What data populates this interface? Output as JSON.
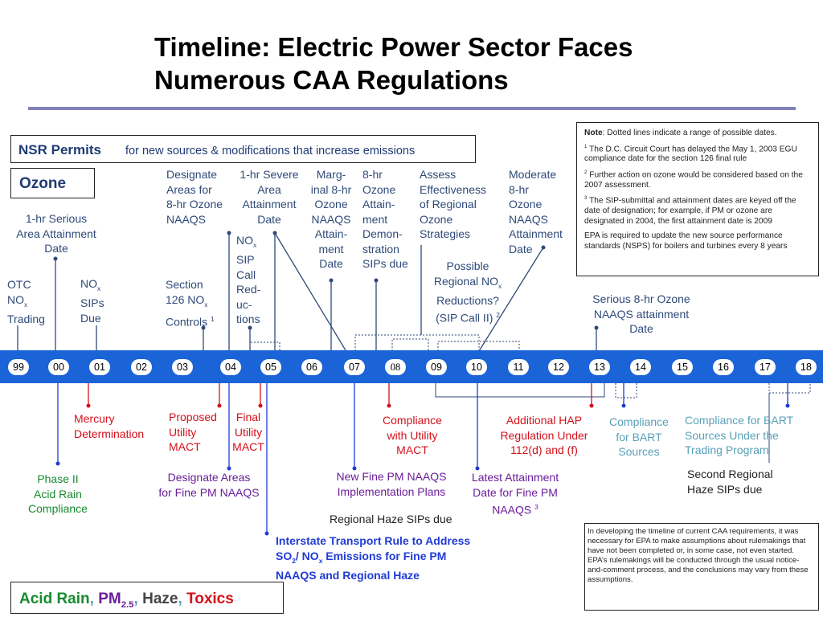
{
  "title": {
    "line1": "Timeline: Electric Power Sector Faces",
    "line2": "Numerous CAA Regulations"
  },
  "nsr": {
    "lead": "NSR Permits",
    "tail": "for new sources & modifications that increase emissions"
  },
  "ozone_label": "Ozone",
  "timeline": {
    "years": [
      "99",
      "00",
      "01",
      "02",
      "03",
      "04",
      "05",
      "06",
      "07",
      "08",
      "09",
      "10",
      "11",
      "12",
      "13",
      "14",
      "15",
      "16",
      "17",
      "18"
    ]
  },
  "ozone_events": {
    "serious_area": [
      "1-hr Serious",
      "Area Attainment",
      "Date"
    ],
    "otc": [
      "OTC",
      "NO",
      "x",
      "Trading"
    ],
    "nox_sips": [
      "NO",
      "x",
      "SIPs",
      "Due"
    ],
    "section126": [
      "Section",
      "126 NO",
      "x",
      "Controls",
      "1"
    ],
    "designate": [
      "Designate",
      "Areas for",
      "8-hr Ozone",
      "NAAQS"
    ],
    "severe": [
      "1-hr Severe",
      "Area",
      "Attainment",
      "Date"
    ],
    "nox_call": [
      "NO",
      "x",
      "SIP",
      "Call",
      "Red-",
      "uc-",
      "tions"
    ],
    "marginal": [
      "Marg-",
      "inal 8-hr",
      "Ozone",
      "NAAQS",
      "Attain-",
      "ment",
      "Date"
    ],
    "eight_hr": [
      "8-hr",
      "Ozone",
      "Attain-",
      "ment",
      "Demon-",
      "stration",
      "SIPs due"
    ],
    "assess": [
      "Assess",
      "Effectiveness",
      "of Regional",
      "Ozone",
      "Strategies"
    ],
    "moderate": [
      "Moderate",
      "8-hr",
      "Ozone",
      "NAAQS",
      "Attainment",
      "Date"
    ],
    "possible": [
      "Possible",
      "Regional NO",
      "x",
      "Reductions?",
      "(SIP Call II)",
      "2"
    ],
    "serious8": [
      "Serious 8-hr Ozone",
      "NAAQS attainment",
      "Date"
    ]
  },
  "lower_events": {
    "phase2": [
      "Phase II",
      "Acid Rain",
      "Compliance"
    ],
    "mercury": [
      "Mercury",
      "Determination"
    ],
    "proposed": [
      "Proposed",
      "Utility",
      "MACT"
    ],
    "final": [
      "Final",
      "Utility",
      "MACT"
    ],
    "designate_pm": [
      "Designate Areas",
      "for Fine PM NAAQS"
    ],
    "interstate": [
      "Interstate Transport Rule to Address",
      "SO",
      "2",
      "/ NO",
      "x",
      " Emissions for Fine PM",
      "NAAQS and Regional Haze"
    ],
    "new_pm": [
      "New  Fine PM NAAQS",
      "Implementation Plans"
    ],
    "regional_haze": "Regional Haze SIPs due",
    "compliance_mact": [
      "Compliance",
      "with Utility",
      "MACT"
    ],
    "latest_pm": [
      "Latest Attainment",
      "Date for Fine PM",
      "NAAQS",
      "3"
    ],
    "hap": [
      "Additional HAP",
      "Regulation Under",
      "112(d) and (f)"
    ],
    "bart": [
      "Compliance",
      "for BART",
      "Sources"
    ],
    "bart_trading": [
      "Compliance for BART",
      "Sources Under the",
      "Trading Program"
    ],
    "second_haze": [
      "Second  Regional",
      "Haze SIPs due"
    ]
  },
  "note": {
    "label": "Note",
    "intro": ": Dotted lines indicate a range of possible dates.",
    "n1": "The D.C. Circuit Court has delayed the May 1, 2003 EGU compliance date for the section 126 final rule",
    "n2": "Further action on ozone would be considered based on the 2007 assessment.",
    "n3": "The SIP-submittal and attainment dates are keyed off the date of designation; for example, if PM or ozone are designated in 2004, the first attainment date is 2009",
    "epa": "EPA is required to update the new source performance standards (NSPS) for boilers and turbines every 8 years",
    "m1": "1",
    "m2": "2",
    "m3": "3"
  },
  "disclaimer": "In developing the timeline of current CAA requirements, it was necessary for EPA to make assumptions about rulemakings that have not been completed or, in some case, not even started.  EPA’s rulemakings will be conducted through the usual notice-and-comment process, and the conclusions may vary from these assumptions.",
  "legend": {
    "acid": "Acid Rain",
    "sep1": ", ",
    "pm": "PM",
    "pm_sub": "2.5",
    "sep2": ", ",
    "haze": "Haze",
    "sep3": ", ",
    "toxics": "Toxics",
    "colors": {
      "acid": "#178a2f",
      "pm": "#6a1d9a",
      "haze": "#444444",
      "toxics": "#d4101a",
      "separator": "#58a0b8"
    }
  },
  "colors": {
    "timeline_bar": "#1b64d8",
    "title_rule": "#7f82b8",
    "ozone_text": "#2e4a78"
  }
}
